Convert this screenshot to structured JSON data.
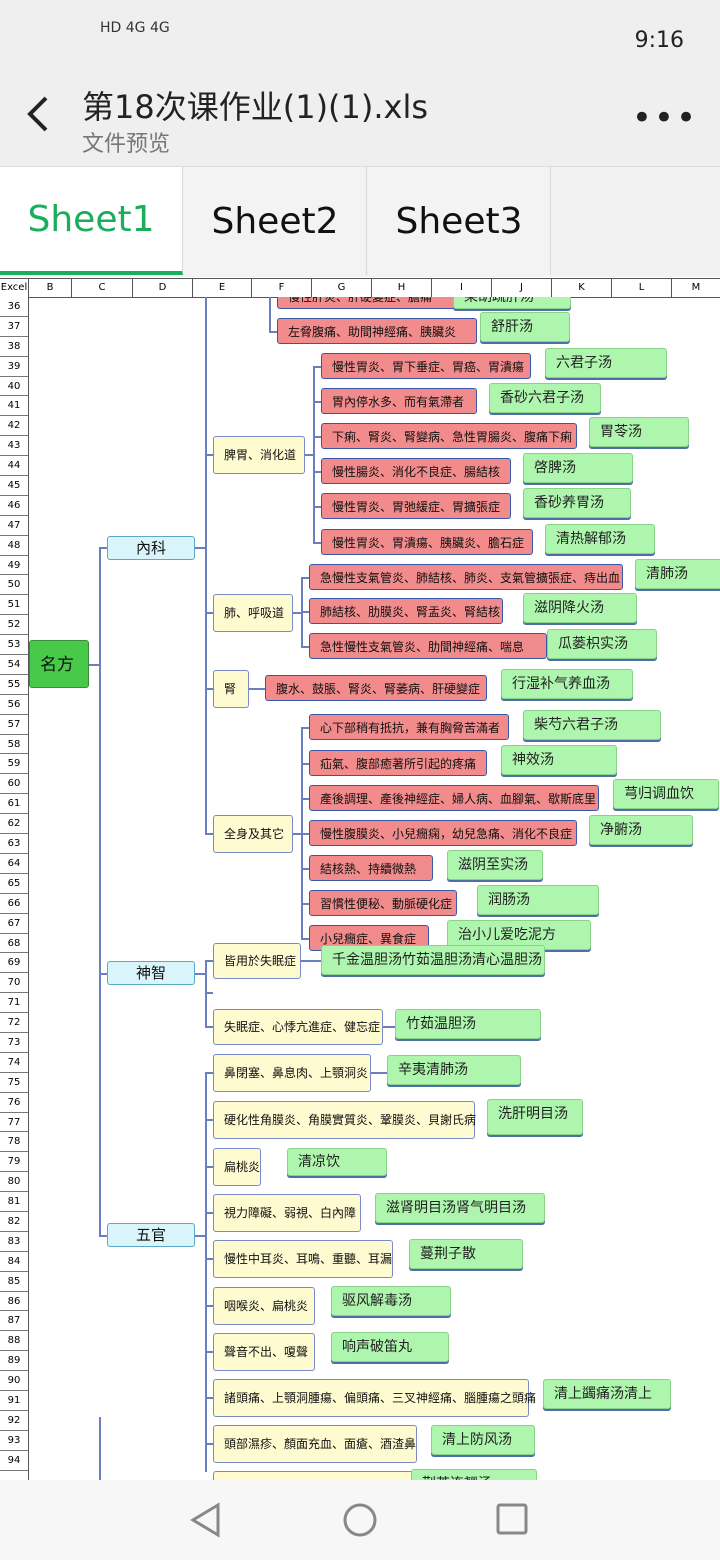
{
  "status_bar": {
    "time": "9:16",
    "network": "HD 4G 4G"
  },
  "header": {
    "title": "第18次课作业(1)(1).xls",
    "subtitle": "文件预览"
  },
  "tabs": [
    "Sheet1",
    "Sheet2",
    "Sheet3"
  ],
  "column_headers": [
    "Excel",
    "B",
    "C",
    "D",
    "E",
    "F",
    "G",
    "H",
    "I",
    "J",
    "K",
    "L",
    "M"
  ],
  "row_numbers": [
    "36",
    "37",
    "38",
    "39",
    "40",
    "41",
    "42",
    "43",
    "44",
    "45",
    "46",
    "47",
    "48",
    "49",
    "50",
    "51",
    "52",
    "53",
    "54",
    "55",
    "56",
    "57",
    "58",
    "59",
    "60",
    "61",
    "62",
    "63",
    "64",
    "65",
    "66",
    "67",
    "68",
    "69",
    "70",
    "71",
    "72",
    "73",
    "74",
    "75",
    "76",
    "77",
    "78",
    "79",
    "80",
    "81",
    "82",
    "83",
    "84",
    "85",
    "86",
    "87",
    "88",
    "89",
    "90",
    "91",
    "92",
    "93",
    "94"
  ],
  "root_label": "名方",
  "categories": {
    "neike": "內科",
    "shenzhi": "神智",
    "wuguan": "五官"
  },
  "top": {
    "clipped_red": "慢性肝炎、肝硬變症、膽痛",
    "clipped_green": "柴胡疏肝汤",
    "red": "左脅腹痛、助間神經痛、胰臟炎",
    "green": "舒肝汤"
  },
  "spleen": {
    "label": "脾胃、消化道",
    "items": [
      {
        "red": "慢性胃炎、胃下垂症、胃癌、胃潰瘍",
        "green": "六君子汤"
      },
      {
        "red": "胃內停水多、而有氣滯者",
        "green": "香砂六君子汤"
      },
      {
        "red": "下痢、腎炎、腎變病、急性胃腸炎、腹痛下痢",
        "green": "胃苓汤"
      },
      {
        "red": "慢性腸炎、消化不良症、腸結核",
        "green": "啓脾汤"
      },
      {
        "red": "慢性胃炎、胃弛緩症、胃擴張症",
        "green": "香砂养胃汤"
      },
      {
        "red": "慢性胃炎、胃潰瘍、胰臟炎、膽石症",
        "green": "清热解郁汤"
      }
    ]
  },
  "lung": {
    "label": "肺、呼吸道",
    "items": [
      {
        "red": "急慢性支氣管炎、肺結核、肺炎、支氣管擴張症、痔出血",
        "green": "清肺汤"
      },
      {
        "red": "肺結核、肋膜炎、腎盂炎、腎結核",
        "green": "滋阴降火汤"
      },
      {
        "red": "急性慢性支氣管炎、肋間神經痛、喘息",
        "green": "瓜蒌枳实汤"
      }
    ]
  },
  "kidney": {
    "label": "腎",
    "red": "腹水、鼓脹、腎炎、腎萎病、肝硬變症",
    "green": "行湿补气养血汤"
  },
  "whole": {
    "label": "全身及其它",
    "items": [
      {
        "red": "心下部稍有抵抗，兼有胸脅苦滿者",
        "green": "柴芍六君子汤"
      },
      {
        "red": "疝氣、腹部癒著所引起的疼痛",
        "green": "神效汤"
      },
      {
        "red": "產後調理、產後神經症、婦人病、血腳氣、歇斯底里",
        "green": "芎归调血饮"
      },
      {
        "red": "慢性腹膜炎、小兒癇痫，幼兒急痛、消化不良症",
        "green": "净腑汤"
      },
      {
        "red": "結核熱、持續微熱",
        "green": "滋阴至实汤"
      },
      {
        "red": "習慣性便秘、動脈硬化症",
        "green": "润肠汤"
      },
      {
        "red": "小兒癇症、異食症",
        "green": "治小儿爱吃泥方"
      }
    ]
  },
  "mind": [
    {
      "label": "皆用於失眠症",
      "green": "千金温胆汤竹茹温胆汤清心温胆汤"
    },
    {
      "label": "失眠症、心悸亢進症、健忘症",
      "green": "竹茹温胆汤"
    }
  ],
  "senses": [
    {
      "label": "鼻閉塞、鼻息肉、上顎洞炎",
      "green": "辛夷清肺汤"
    },
    {
      "label": "硬化性角膜炎、角膜實質炎、鞏膜炎、貝謝氏病",
      "green": "洗肝明目汤"
    },
    {
      "label": "扁桃炎",
      "green": "清凉饮"
    },
    {
      "label": "視力障礙、弱視、白內障",
      "green": "滋肾明目汤肾气明目汤"
    },
    {
      "label": "慢性中耳炎、耳鳴、重聽、耳漏",
      "green": "蔓荆子散"
    },
    {
      "label": "咽喉炎、扁桃炎",
      "green": "驱风解毒汤"
    },
    {
      "label": "聲音不出、嗄聲",
      "green": "响声破笛丸"
    },
    {
      "label": "諸頭痛、上顎洞腫瘍、偏頭痛、三叉神經痛、腦腫瘍之頭痛",
      "green": "清上蠲痛汤清上"
    },
    {
      "label": "頭部濕疹、顏面充血、面瘡、酒渣鼻",
      "green": "清上防风汤"
    },
    {
      "label": "",
      "green": "荆芥连翘汤"
    }
  ]
}
